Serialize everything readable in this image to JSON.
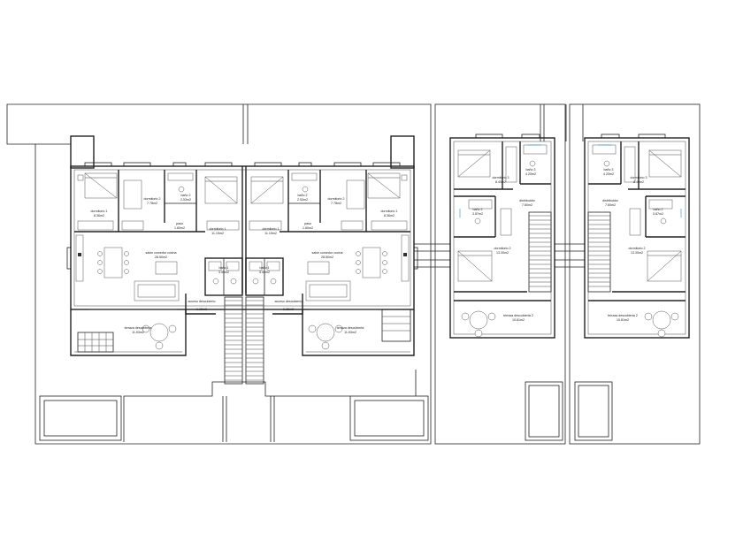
{
  "plan": {
    "duplex": {
      "left": {
        "bed1": [
          "dormitorio 1",
          "8.36m2"
        ],
        "bed2": [
          "dormitorio 2",
          "7.78m2"
        ],
        "bath2": [
          "baño 2",
          "2.53m2"
        ],
        "bed1b": [
          "dormitorio 1",
          "11.15m2"
        ],
        "hall": [
          "paso",
          "1.60m2"
        ],
        "living": [
          "salón comedor cocina",
          "28.50m2"
        ],
        "bath1": [
          "baño 1",
          "3.55m2"
        ],
        "access": [
          "acceso descubierto",
          "1.15m2"
        ],
        "terrace": [
          "terraza descubierta",
          "11.53m2"
        ]
      },
      "right": {
        "bed1b": [
          "dormitorio 1",
          "11.15m2"
        ],
        "hall": [
          "paso",
          "1.60m2"
        ],
        "bath2": [
          "baño 2",
          "2.53m2"
        ],
        "bed2": [
          "dormitorio 2",
          "7.78m2"
        ],
        "bed1": [
          "dormitorio 1",
          "8.36m2"
        ],
        "living": [
          "salón comedor cocina",
          "28.50m2"
        ],
        "bath1": [
          "baño 1",
          "3.55m2"
        ],
        "access": [
          "acceso descubierto",
          "1.15m2"
        ],
        "terrace": [
          "terraza descubierta",
          "11.53m2"
        ]
      }
    },
    "upper": {
      "a": {
        "bed3": [
          "dormitorio 3",
          "8.40m2"
        ],
        "bath3": [
          "baño 3",
          "4.20m2"
        ],
        "bath2": [
          "baño 2",
          "3.87m2"
        ],
        "dist": [
          "distribuidor",
          "7.60m2"
        ],
        "bed2": [
          "dormitorio 2",
          "13.30m2"
        ],
        "terrace": [
          "terraza descubierta 2",
          "10.81m2"
        ]
      },
      "b": {
        "bath3": [
          "baño 3",
          "4.20m2"
        ],
        "bed3": [
          "dormitorio 3",
          "8.40m2"
        ],
        "dist": [
          "distribuidor",
          "7.60m2"
        ],
        "bath2": [
          "baño 2",
          "3.87m2"
        ],
        "bed2": [
          "dormitorio 2",
          "13.30m2"
        ],
        "terrace": [
          "terraza descubierta 2",
          "10.81m2"
        ]
      }
    }
  }
}
